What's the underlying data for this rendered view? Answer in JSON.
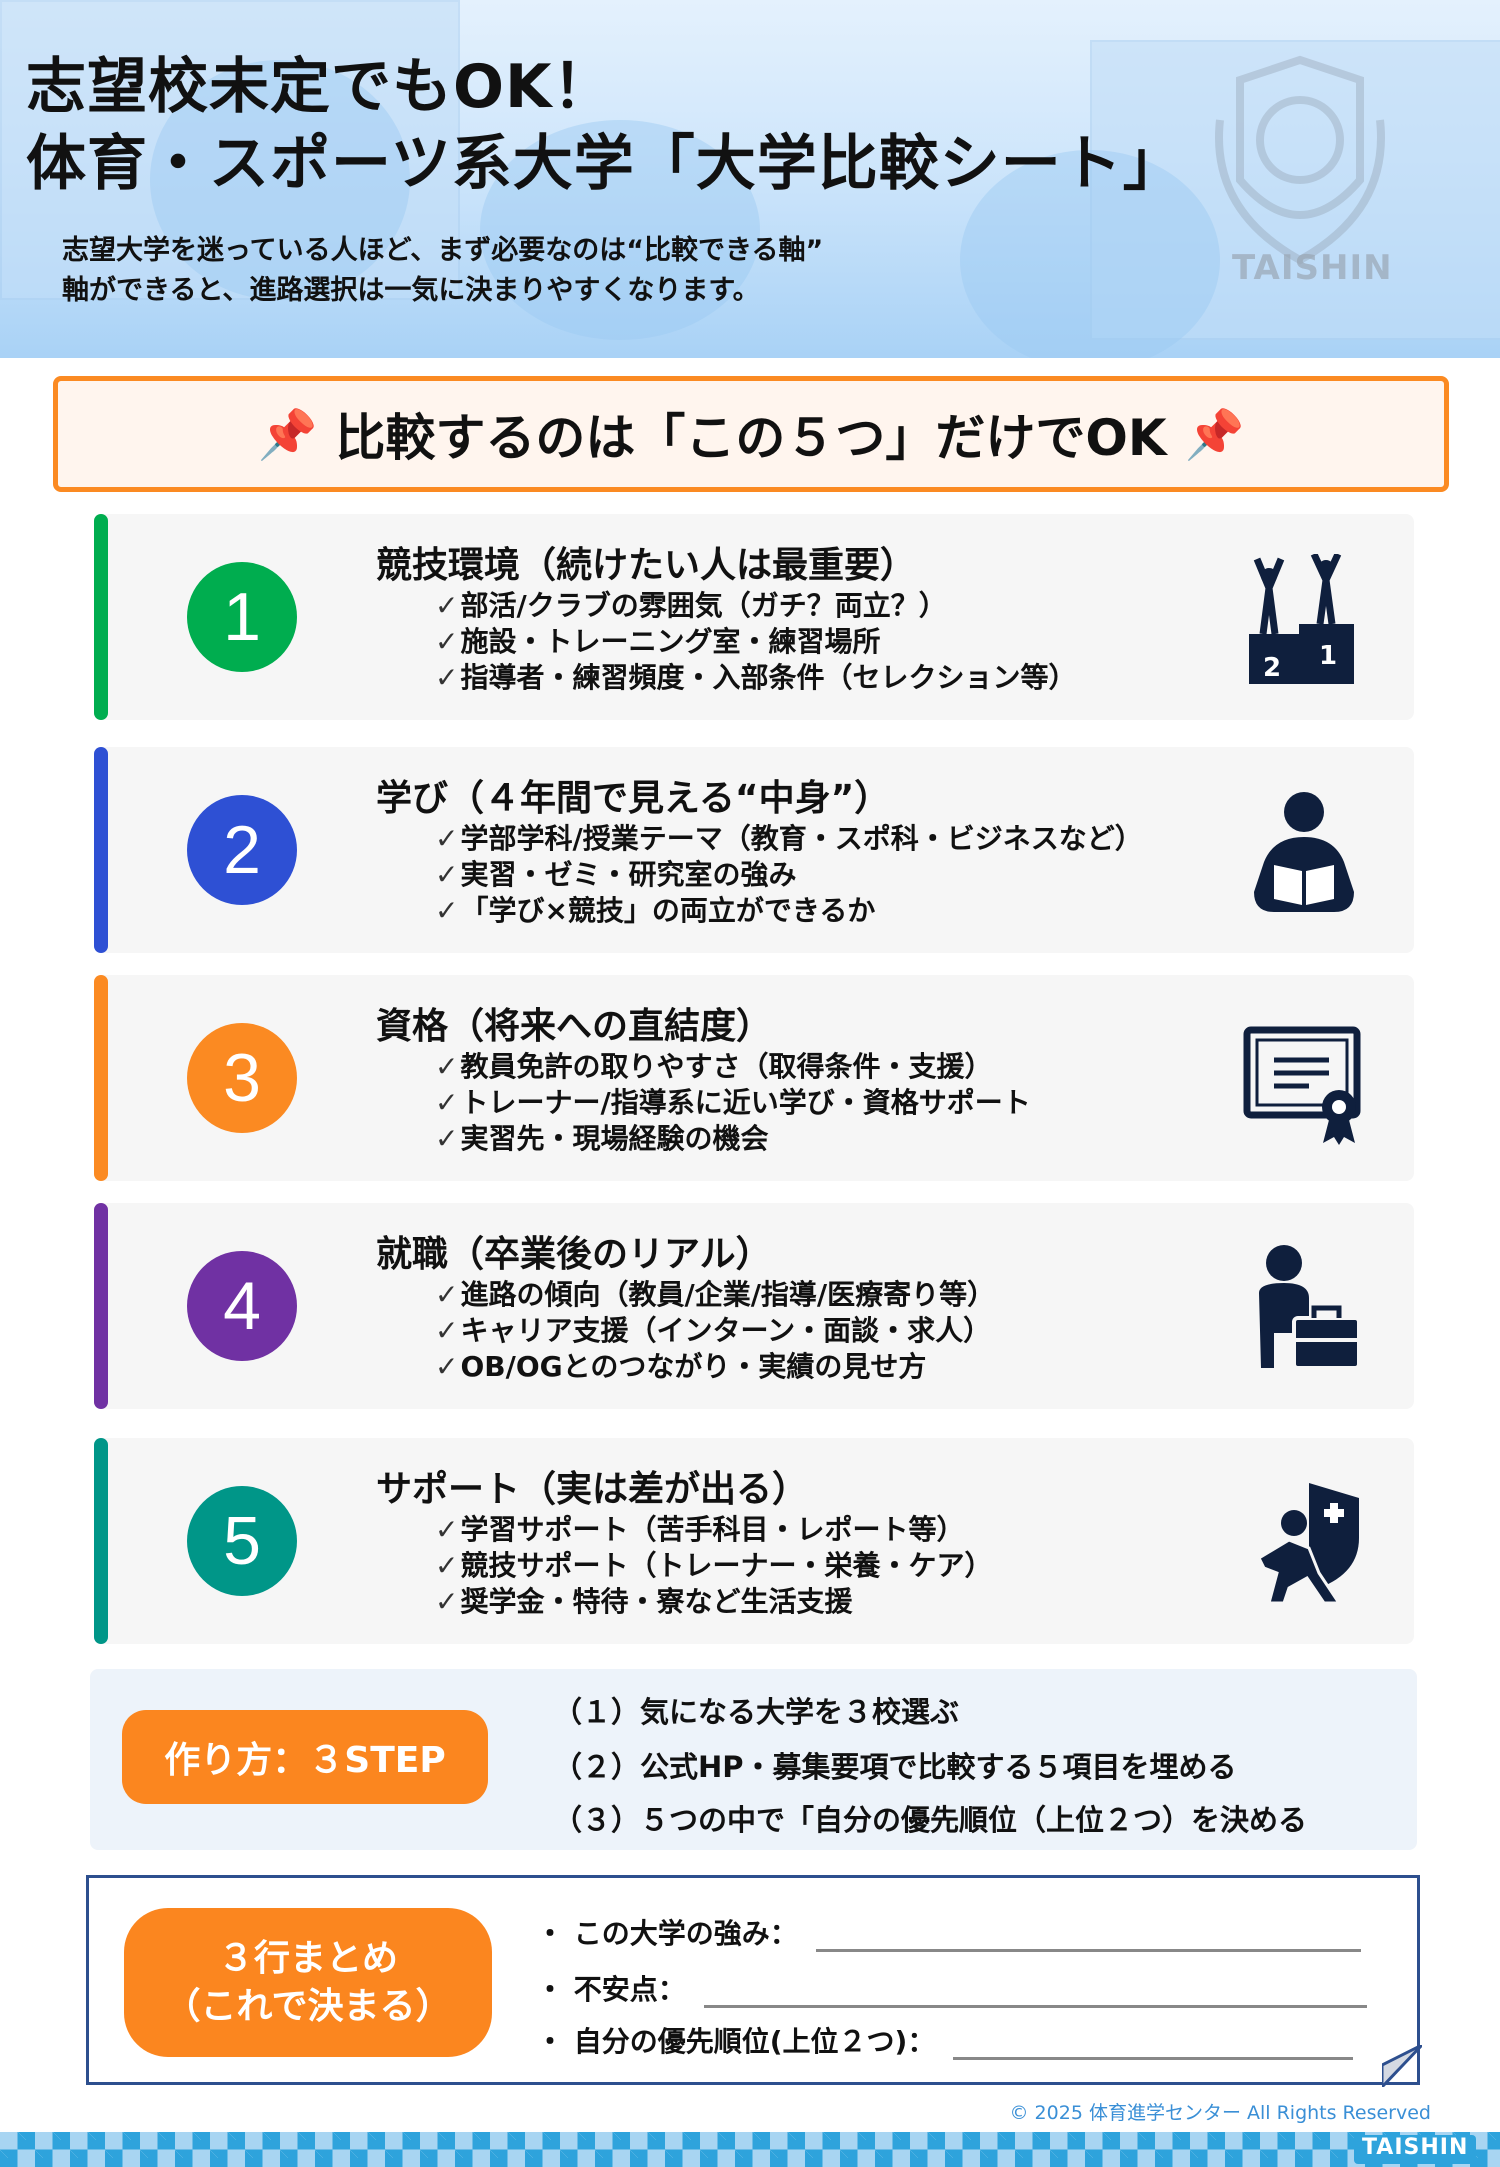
{
  "header": {
    "title_line1": "志望校未定でもOK！",
    "title_line2": "体育・スポーツ系大学「大学比較シート」",
    "subtitle_line1": "志望大学を迷っている人ほど、まず必要なのは“比較できる軸”",
    "subtitle_line2": "軸ができると、進路選択は一気に決まりやすくなります。",
    "watermark": "TAISHIN"
  },
  "banner": {
    "text": "比較するのは「この５つ」だけでOK",
    "pin": "📌"
  },
  "check_mark": "✓",
  "cards": [
    {
      "number": "1",
      "color": "#00ad4f",
      "heading": "競技環境（続けたい人は最重要）",
      "icon": "podium-icon",
      "items": [
        "部活/クラブの雰囲気（ガチ？両立？）",
        "施設・トレーニング室・練習場所",
        "指導者・練習頻度・入部条件（セレクション等）"
      ]
    },
    {
      "number": "2",
      "color": "#2e50d4",
      "heading": "学び（４年間で見える“中身”）",
      "icon": "reading-icon",
      "items": [
        "学部学科/授業テーマ（教育・スポ科・ビジネスなど）",
        "実習・ゼミ・研究室の強み",
        "「学び×競技」の両立ができるか"
      ]
    },
    {
      "number": "3",
      "color": "#fb8a22",
      "heading": "資格（将来への直結度）",
      "icon": "certificate-icon",
      "items": [
        "教員免許の取りやすさ（取得条件・支援）",
        "トレーナー/指導系に近い学び・資格サポート",
        "実習先・現場経験の機会"
      ]
    },
    {
      "number": "4",
      "color": "#7031a3",
      "heading": "就職（卒業後のリアル）",
      "icon": "briefcase-person-icon",
      "items": [
        "進路の傾向（教員/企業/指導/医療寄り等）",
        "キャリア支援（インターン・面談・求人）",
        "OB/OGとのつながり・実績の見せ方"
      ]
    },
    {
      "number": "5",
      "color": "#009688",
      "heading": "サポート（実は差が出る）",
      "icon": "support-shield-icon",
      "items": [
        "学習サポート（苦手科目・レポート等）",
        "競技サポート（トレーナー・栄養・ケア）",
        "奨学金・特待・寮など生活支援"
      ]
    }
  ],
  "steps": {
    "label": "作り方：３STEP",
    "items": [
      "（１）気になる大学を３校選ぶ",
      "（２）公式HP・募集要項で比較する５項目を埋める",
      "（３）５つの中で「自分の優先順位（上位２つ）を決める"
    ]
  },
  "summary": {
    "label_line1": "３行まとめ",
    "label_line2": "（これで決まる）",
    "lines": [
      "・ この大学の強み：",
      "・ 不安点：",
      "・ 自分の優先順位(上位２つ)："
    ]
  },
  "footer": {
    "copyright": "© 2025 体育進学センター All Rights Reserved",
    "badge": "TAISHIN"
  },
  "colors": {
    "accent": "#fb861f",
    "navy": "#0f1f3d",
    "frame": "#2d4f8e"
  }
}
